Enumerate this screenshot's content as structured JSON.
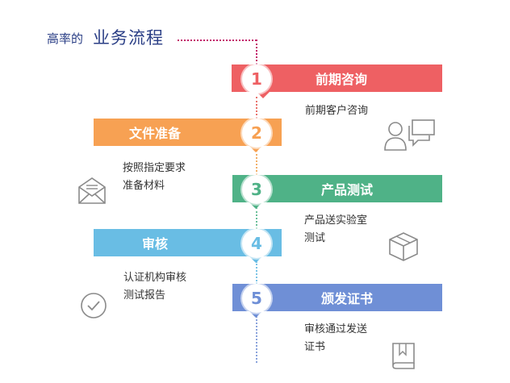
{
  "header": {
    "small": "高率的",
    "big": "业务流程"
  },
  "steps": [
    {
      "num": "1",
      "title": "前期咨询",
      "desc1": "前期客户咨询",
      "desc2": "",
      "color": "#ee6063"
    },
    {
      "num": "2",
      "title": "文件准备",
      "desc1": "按照指定要求",
      "desc2": "准备材料",
      "color": "#f7a153"
    },
    {
      "num": "3",
      "title": "产品测试",
      "desc1": "产品送实验室",
      "desc2": "测试",
      "color": "#4fb287"
    },
    {
      "num": "4",
      "title": "审核",
      "desc1": "认证机构审核",
      "desc2": "测试报告",
      "color": "#69bde4"
    },
    {
      "num": "5",
      "title": "颁发证书",
      "desc1": "审核通过发送",
      "desc2": "证书",
      "color": "#6f8fd6"
    }
  ],
  "icons": [
    "user-chat-icon",
    "envelope-icon",
    "box-icon",
    "check-circle-icon",
    "book-icon"
  ]
}
